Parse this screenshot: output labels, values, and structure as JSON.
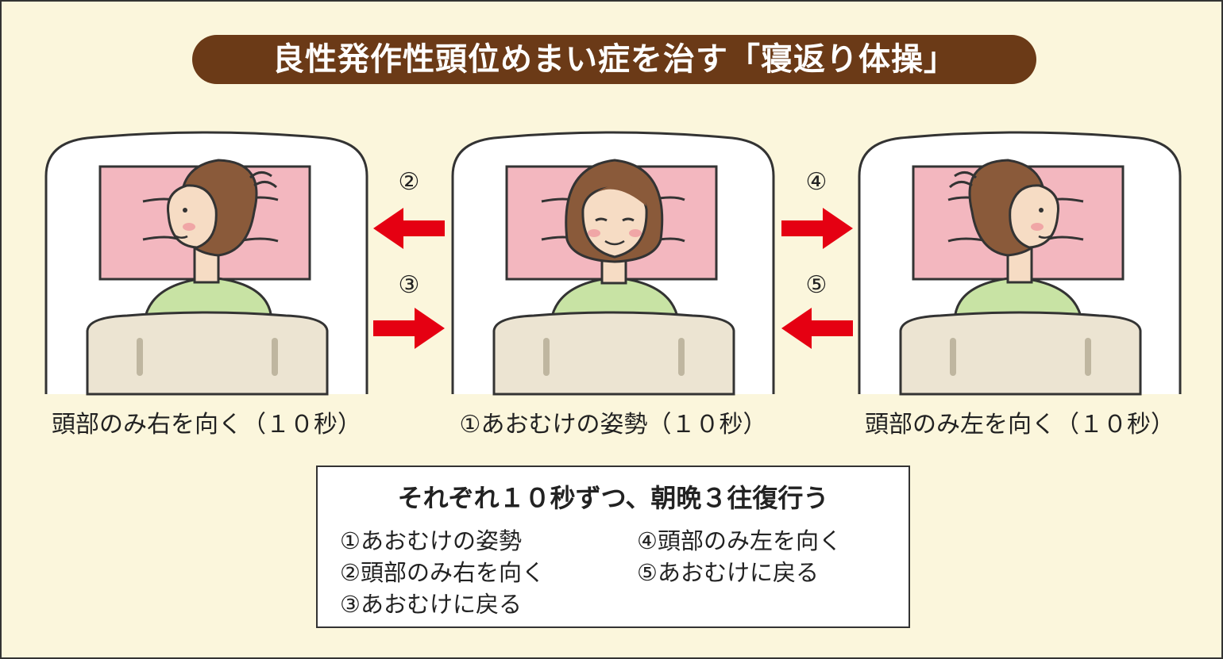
{
  "title": "良性発作性頭位めまい症を治す「寝返り体操」",
  "scenes": [
    {
      "caption": "頭部のみ右を向く（１０秒）",
      "head": "right"
    },
    {
      "caption": "①あおむけの姿勢（１０秒）",
      "head": "front"
    },
    {
      "caption": "頭部のみ左を向く（１０秒）",
      "head": "left"
    }
  ],
  "arrows": [
    {
      "label": "②",
      "direction": "left"
    },
    {
      "label": "③",
      "direction": "right"
    },
    {
      "label": "④",
      "direction": "right"
    },
    {
      "label": "⑤",
      "direction": "left"
    }
  ],
  "summary": {
    "heading": "それぞれ１０秒ずつ、朝晩３往復行う",
    "steps": [
      "①あおむけの姿勢",
      "②頭部のみ右を向く",
      "③あおむけに戻る",
      "④頭部のみ左を向く",
      "⑤あおむけに戻る"
    ]
  },
  "colors": {
    "background": "#fbf6dc",
    "title_bg": "#6b3a17",
    "arrow": "#e50012",
    "pillow": "#f3b7bf",
    "shirt": "#c8e3a4",
    "blanket": "#ece4d2",
    "hair": "#8a5a3a",
    "skin": "#f6dcc4"
  }
}
